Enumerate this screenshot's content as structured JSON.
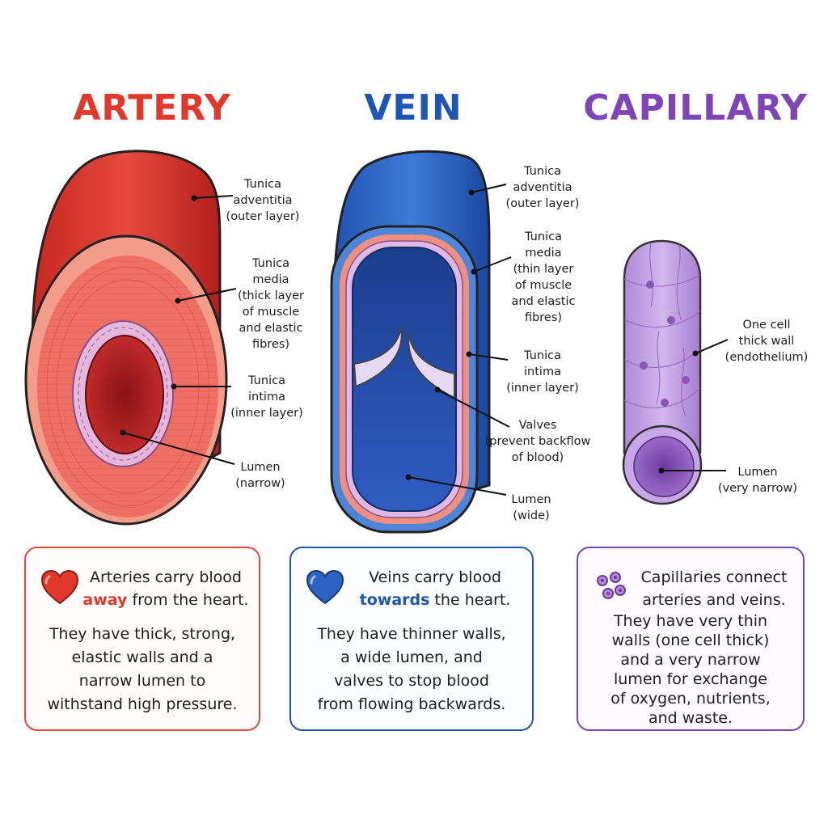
{
  "titles": {
    "artery": "ARTERY",
    "vein": "VEIN",
    "capillary": "CAPILLARY"
  },
  "colors": {
    "artery": "#e2382c",
    "vein": "#1f56b5",
    "capillary": "#7f45b8"
  },
  "labels": {
    "artery": {
      "adventitia": [
        "Tunica",
        "adventitia",
        "(outer layer)"
      ],
      "media": [
        "Tunica",
        "media",
        "(thick layer",
        "of muscle",
        "and elastic",
        "fibres)"
      ],
      "intima": [
        "Tunica",
        "intima",
        "(inner layer)"
      ],
      "lumen": [
        "Lumen",
        "(narrow)"
      ]
    },
    "vein": {
      "adventitia": [
        "Tunica",
        "adventitia",
        "(outer layer)"
      ],
      "media": [
        "Tunica",
        "media",
        "(thin layer",
        "of muscle",
        "and elastic",
        "fibres)"
      ],
      "intima": [
        "Tunica",
        "intima",
        "(inner layer)"
      ],
      "valves": [
        "Valves",
        "(prevent backflow",
        "of blood)"
      ],
      "lumen": [
        "Lumen",
        "(wide)"
      ]
    },
    "capillary": {
      "wall": [
        "One cell",
        "thick wall",
        "(endothelium)"
      ],
      "lumen": [
        "Lumen",
        "(very narrow)"
      ]
    }
  },
  "cards": {
    "artery": {
      "head_pre": "Arteries carry blood",
      "head_highlight": "away",
      "head_post": "from the heart.",
      "icon": "heart-icon",
      "body": [
        "They have thick, strong,",
        "elastic walls and a",
        "narrow lumen to",
        "withstand high pressure."
      ]
    },
    "vein": {
      "head_pre": "Veins carry blood",
      "head_highlight": "towards",
      "head_post": "the heart.",
      "icon": "heart-icon",
      "body": [
        "They have thinner walls,",
        "a wide lumen, and",
        "valves to stop blood",
        "from flowing backwards."
      ]
    },
    "capillary": {
      "head_line1": "Capillaries connect",
      "head_line2": "arteries and veins.",
      "icon": "cells-icon",
      "body": [
        "They have very thin",
        "walls (one cell thick)",
        "and a very narrow",
        "lumen for exchange",
        "of oxygen, nutrients,",
        "and waste."
      ]
    }
  }
}
